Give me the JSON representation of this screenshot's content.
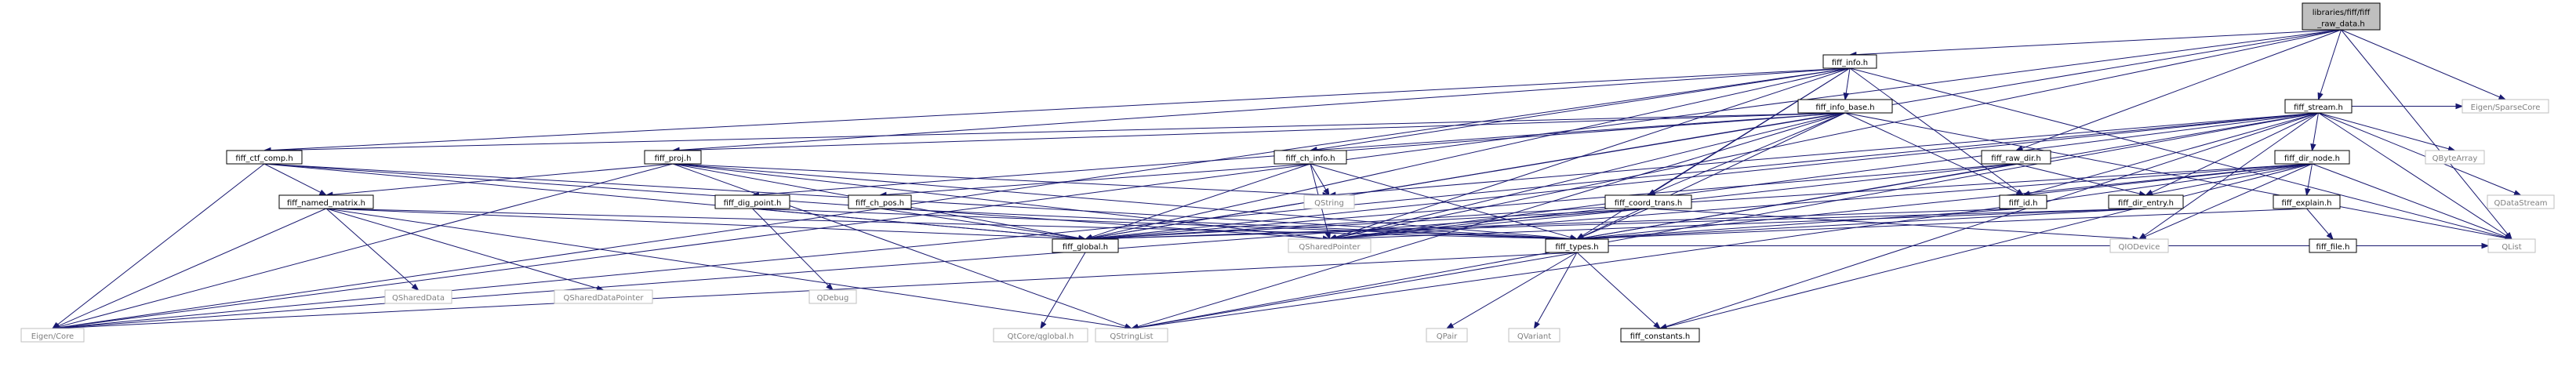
{
  "graph": {
    "colors": {
      "edge": "#191970",
      "focus_fill": "#bfbfbf",
      "node_border": "#000000",
      "external_border": "#bfbfbf",
      "external_text": "#7f7f7f"
    },
    "nodes": [
      {
        "id": "raw_data",
        "label": [
          "libraries/fiff/fiff",
          "_raw_data.h"
        ],
        "kind": "focus"
      },
      {
        "id": "info",
        "label": [
          "fiff_info.h"
        ],
        "kind": "local"
      },
      {
        "id": "stream",
        "label": [
          "fiff_stream.h"
        ],
        "kind": "local"
      },
      {
        "id": "info_base",
        "label": [
          "fiff_info_base.h"
        ],
        "kind": "local"
      },
      {
        "id": "ctf_comp",
        "label": [
          "fiff_ctf_comp.h"
        ],
        "kind": "local"
      },
      {
        "id": "proj",
        "label": [
          "fiff_proj.h"
        ],
        "kind": "local"
      },
      {
        "id": "ch_info",
        "label": [
          "fiff_ch_info.h"
        ],
        "kind": "local"
      },
      {
        "id": "raw_dir",
        "label": [
          "fiff_raw_dir.h"
        ],
        "kind": "local"
      },
      {
        "id": "dir_node",
        "label": [
          "fiff_dir_node.h"
        ],
        "kind": "local"
      },
      {
        "id": "named_matrix",
        "label": [
          "fiff_named_matrix.h"
        ],
        "kind": "local"
      },
      {
        "id": "dig_point",
        "label": [
          "fiff_dig_point.h"
        ],
        "kind": "local"
      },
      {
        "id": "ch_pos",
        "label": [
          "fiff_ch_pos.h"
        ],
        "kind": "local"
      },
      {
        "id": "coord_trans",
        "label": [
          "fiff_coord_trans.h"
        ],
        "kind": "local"
      },
      {
        "id": "id",
        "label": [
          "fiff_id.h"
        ],
        "kind": "local"
      },
      {
        "id": "dir_entry",
        "label": [
          "fiff_dir_entry.h"
        ],
        "kind": "local"
      },
      {
        "id": "explain",
        "label": [
          "fiff_explain.h"
        ],
        "kind": "local"
      },
      {
        "id": "file",
        "label": [
          "fiff_file.h"
        ],
        "kind": "local"
      },
      {
        "id": "global",
        "label": [
          "fiff_global.h"
        ],
        "kind": "local"
      },
      {
        "id": "types",
        "label": [
          "fiff_types.h"
        ],
        "kind": "local"
      },
      {
        "id": "constants",
        "label": [
          "fiff_constants.h"
        ],
        "kind": "local"
      },
      {
        "id": "qsharedpointer",
        "label": [
          "QSharedPointer"
        ],
        "kind": "external"
      },
      {
        "id": "qstring",
        "label": [
          "QString"
        ],
        "kind": "external"
      },
      {
        "id": "qbytearray",
        "label": [
          "QByteArray"
        ],
        "kind": "external"
      },
      {
        "id": "qdatastream",
        "label": [
          "QDataStream"
        ],
        "kind": "external"
      },
      {
        "id": "eigen_sparse",
        "label": [
          "Eigen/SparseCore"
        ],
        "kind": "external"
      },
      {
        "id": "qshareddata",
        "label": [
          "QSharedData"
        ],
        "kind": "external"
      },
      {
        "id": "qshareddatapointer",
        "label": [
          "QSharedDataPointer"
        ],
        "kind": "external"
      },
      {
        "id": "qdebug",
        "label": [
          "QDebug"
        ],
        "kind": "external"
      },
      {
        "id": "qiodevice",
        "label": [
          "QIODevice"
        ],
        "kind": "external"
      },
      {
        "id": "eigen_core",
        "label": [
          "Eigen/Core"
        ],
        "kind": "external"
      },
      {
        "id": "qstringlist",
        "label": [
          "QStringList"
        ],
        "kind": "external"
      },
      {
        "id": "qlist",
        "label": [
          "QList"
        ],
        "kind": "external"
      },
      {
        "id": "qtcore_qglobal",
        "label": [
          "QtCore/qglobal.h"
        ],
        "kind": "external"
      },
      {
        "id": "qpair",
        "label": [
          "QPair"
        ],
        "kind": "external"
      },
      {
        "id": "qvariant",
        "label": [
          "QVariant"
        ],
        "kind": "external"
      }
    ],
    "edges": [
      [
        "raw_data",
        "info"
      ],
      [
        "raw_data",
        "stream"
      ],
      [
        "raw_data",
        "raw_dir"
      ],
      [
        "raw_data",
        "global"
      ],
      [
        "raw_data",
        "qsharedpointer"
      ],
      [
        "raw_data",
        "eigen_core"
      ],
      [
        "raw_data",
        "eigen_sparse"
      ],
      [
        "raw_data",
        "qlist"
      ],
      [
        "info",
        "info_base"
      ],
      [
        "info",
        "ctf_comp"
      ],
      [
        "info",
        "proj"
      ],
      [
        "info",
        "ch_info"
      ],
      [
        "info",
        "coord_trans"
      ],
      [
        "info",
        "id"
      ],
      [
        "info",
        "types"
      ],
      [
        "info",
        "global"
      ],
      [
        "info",
        "qsharedpointer"
      ],
      [
        "info",
        "eigen_core"
      ],
      [
        "info",
        "qlist"
      ],
      [
        "info_base",
        "ctf_comp"
      ],
      [
        "info_base",
        "proj"
      ],
      [
        "info_base",
        "ch_info"
      ],
      [
        "info_base",
        "dig_point"
      ],
      [
        "info_base",
        "coord_trans"
      ],
      [
        "info_base",
        "id"
      ],
      [
        "info_base",
        "types"
      ],
      [
        "info_base",
        "global"
      ],
      [
        "info_base",
        "qsharedpointer"
      ],
      [
        "info_base",
        "qstringlist"
      ],
      [
        "info_base",
        "qlist"
      ],
      [
        "ctf_comp",
        "named_matrix"
      ],
      [
        "ctf_comp",
        "types"
      ],
      [
        "ctf_comp",
        "global"
      ],
      [
        "ctf_comp",
        "qsharedpointer"
      ],
      [
        "ctf_comp",
        "eigen_core"
      ],
      [
        "proj",
        "named_matrix"
      ],
      [
        "proj",
        "types"
      ],
      [
        "proj",
        "global"
      ],
      [
        "proj",
        "qsharedpointer"
      ],
      [
        "proj",
        "qstring"
      ],
      [
        "proj",
        "qstringlist"
      ],
      [
        "proj",
        "eigen_core"
      ],
      [
        "ch_info",
        "ch_pos"
      ],
      [
        "ch_info",
        "types"
      ],
      [
        "ch_info",
        "global"
      ],
      [
        "ch_info",
        "qsharedpointer"
      ],
      [
        "ch_info",
        "qstring"
      ],
      [
        "raw_dir",
        "dir_entry"
      ],
      [
        "raw_dir",
        "types"
      ],
      [
        "raw_dir",
        "global"
      ],
      [
        "raw_dir",
        "qsharedpointer"
      ],
      [
        "stream",
        "dir_node"
      ],
      [
        "stream",
        "id"
      ],
      [
        "stream",
        "dir_entry"
      ],
      [
        "stream",
        "types"
      ],
      [
        "stream",
        "global"
      ],
      [
        "stream",
        "qsharedpointer"
      ],
      [
        "stream",
        "qstring"
      ],
      [
        "stream",
        "qbytearray"
      ],
      [
        "stream",
        "qdatastream"
      ],
      [
        "stream",
        "eigen_sparse"
      ],
      [
        "stream",
        "qlist"
      ],
      [
        "stream",
        "qiodevice"
      ],
      [
        "stream",
        "qstringlist"
      ],
      [
        "stream",
        "constants"
      ],
      [
        "stream",
        "eigen_core"
      ],
      [
        "dir_node",
        "id"
      ],
      [
        "dir_node",
        "dir_entry"
      ],
      [
        "dir_node",
        "explain"
      ],
      [
        "dir_node",
        "types"
      ],
      [
        "dir_node",
        "global"
      ],
      [
        "dir_node",
        "qsharedpointer"
      ],
      [
        "dir_node",
        "qlist"
      ],
      [
        "dir_node",
        "qiodevice"
      ],
      [
        "dir_node",
        "constants"
      ],
      [
        "dir_node",
        "qstringlist"
      ],
      [
        "named_matrix",
        "types"
      ],
      [
        "named_matrix",
        "global"
      ],
      [
        "named_matrix",
        "qshareddata"
      ],
      [
        "named_matrix",
        "qshareddatapointer"
      ],
      [
        "named_matrix",
        "eigen_core"
      ],
      [
        "named_matrix",
        "qstringlist"
      ],
      [
        "dig_point",
        "types"
      ],
      [
        "dig_point",
        "global"
      ],
      [
        "dig_point",
        "qdebug"
      ],
      [
        "ch_pos",
        "types"
      ],
      [
        "ch_pos",
        "global"
      ],
      [
        "coord_trans",
        "types"
      ],
      [
        "coord_trans",
        "global"
      ],
      [
        "coord_trans",
        "qsharedpointer"
      ],
      [
        "coord_trans",
        "qiodevice"
      ],
      [
        "coord_trans",
        "eigen_core"
      ],
      [
        "id",
        "types"
      ],
      [
        "id",
        "global"
      ],
      [
        "dir_entry",
        "types"
      ],
      [
        "dir_entry",
        "global"
      ],
      [
        "dir_entry",
        "qsharedpointer"
      ],
      [
        "explain",
        "types"
      ],
      [
        "explain",
        "file"
      ],
      [
        "global",
        "qtcore_qglobal"
      ],
      [
        "types",
        "constants"
      ],
      [
        "types",
        "eigen_core"
      ],
      [
        "types",
        "qstringlist"
      ],
      [
        "types",
        "qpair"
      ],
      [
        "types",
        "qvariant"
      ],
      [
        "types",
        "qlist"
      ]
    ]
  }
}
